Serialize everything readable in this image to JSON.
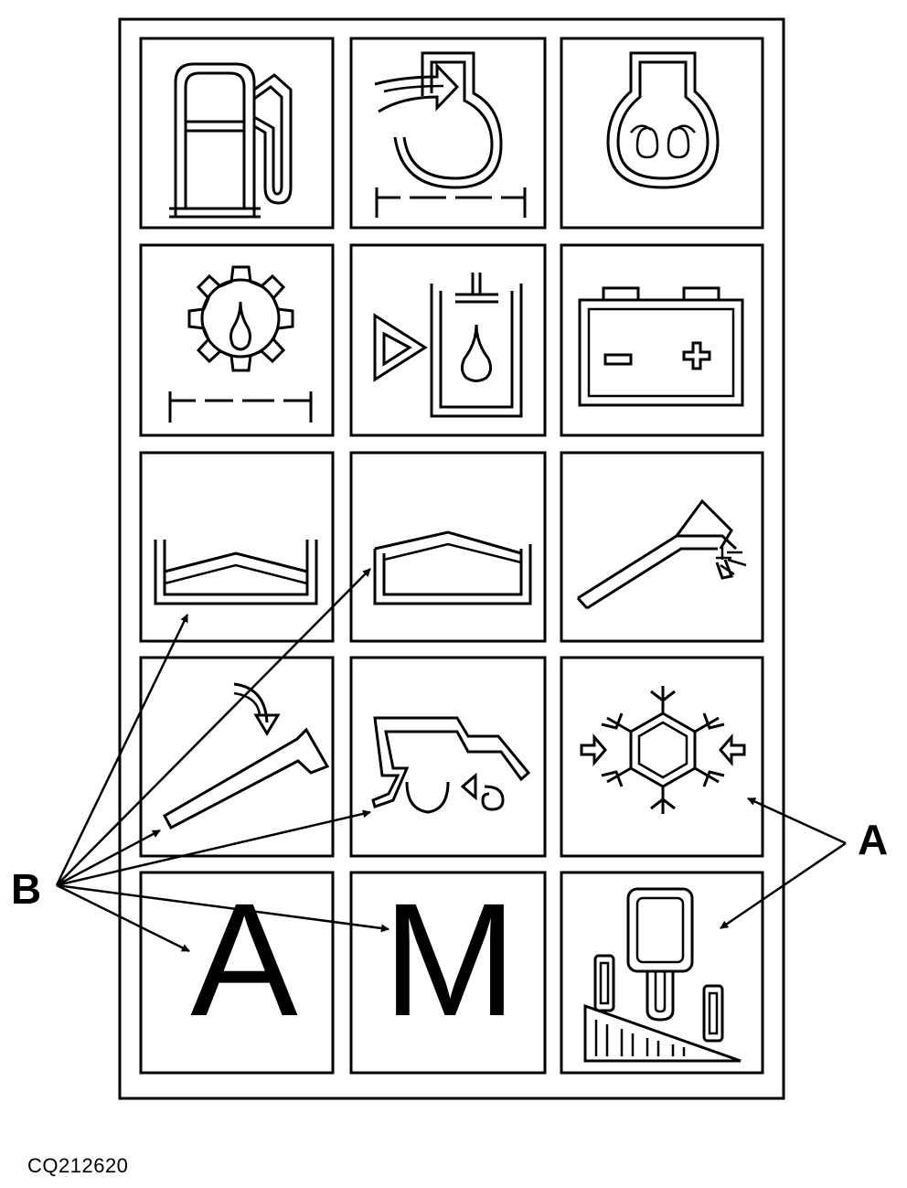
{
  "figure": {
    "id": "CQ212620",
    "callouts": {
      "a": "A",
      "b": "B"
    }
  },
  "panel": {
    "tiles": [
      {
        "name": "fuel-pump-icon"
      },
      {
        "name": "engine-air-intake-icon"
      },
      {
        "name": "glow-plug-icon"
      },
      {
        "name": "transmission-oil-pressure-icon"
      },
      {
        "name": "hydraulic-oil-icon"
      },
      {
        "name": "battery-charge-icon"
      },
      {
        "name": "grain-tank-level-icon"
      },
      {
        "name": "grain-tank-full-icon"
      },
      {
        "name": "unloading-auger-icon"
      },
      {
        "name": "auger-swing-icon"
      },
      {
        "name": "combine-reverser-icon"
      },
      {
        "name": "air-conditioning-icon"
      },
      {
        "name": "automatic-mode",
        "label": "A"
      },
      {
        "name": "manual-mode",
        "label": "M"
      },
      {
        "name": "header-height-icon"
      }
    ]
  },
  "colors": {
    "ink": "#000000",
    "paper": "#ffffff"
  }
}
